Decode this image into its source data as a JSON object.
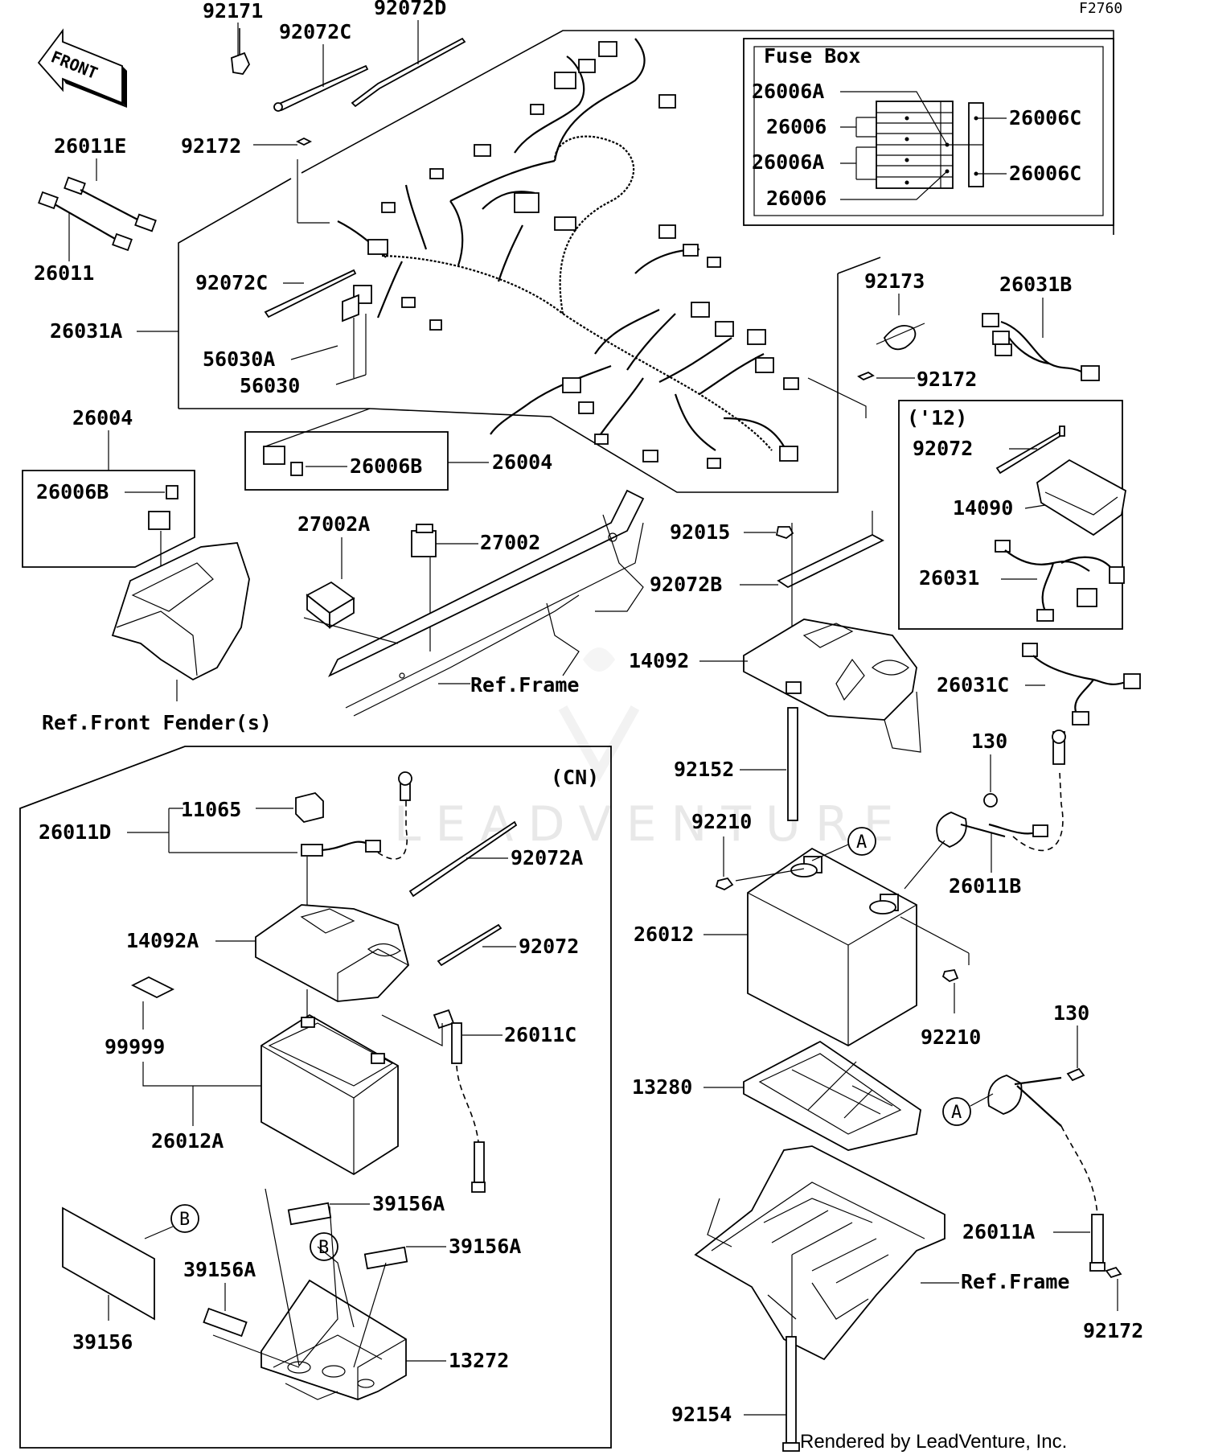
{
  "figure_id": "F2760",
  "front_arrow": "FRONT",
  "watermark": "LEADVENTURE",
  "credit": "Rendered by LeadVenture, Inc.",
  "fuse_box_title": "Fuse Box",
  "variant_12": "('12)",
  "variant_cn": "(CN)",
  "callout_a": "A",
  "callout_b": "B",
  "labels": {
    "p92171": "92171",
    "p92072D": "92072D",
    "p92072C_top": "92072C",
    "p26011E": "26011E",
    "p26011": "26011",
    "p92172_top": "92172",
    "p92072C_mid": "92072C",
    "p26031A": "26031A",
    "p56030A": "56030A",
    "p56030": "56030",
    "p26006A_1": "26006A",
    "p26006_1": "26006",
    "p26006A_2": "26006A",
    "p26006_2": "26006",
    "p26006C_1": "26006C",
    "p26006C_2": "26006C",
    "p92173": "92173",
    "p26031B": "26031B",
    "p92172_right": "92172",
    "p92072_12": "92072",
    "p14090": "14090",
    "p26031": "26031",
    "p26004_left": "26004",
    "p26006B_left": "26006B",
    "p26006B_mid": "26006B",
    "p26004_mid": "26004",
    "ref_front_fender": "Ref.Front Fender(s)",
    "p27002A": "27002A",
    "p27002": "27002",
    "ref_frame_mid": "Ref.Frame",
    "p92015": "92015",
    "p92072B": "92072B",
    "p14092": "14092",
    "p26031C": "26031C",
    "p92152": "92152",
    "p130_top": "130",
    "p92210_top": "92210",
    "p26011B": "26011B",
    "p26012": "26012",
    "p92210_bot": "92210",
    "p13280": "13280",
    "p130_bot": "130",
    "p26011A": "26011A",
    "ref_frame_bot": "Ref.Frame",
    "p92172_bot": "92172",
    "p92154": "92154",
    "p26011D": "26011D",
    "p11065": "11065",
    "p92072A": "92072A",
    "p14092A": "14092A",
    "p92072_cn": "92072",
    "p99999": "99999",
    "p26011C": "26011C",
    "p26012A": "26012A",
    "p39156A_1": "39156A",
    "p39156A_2": "39156A",
    "p39156A_3": "39156A",
    "p39156": "39156",
    "p13272": "13272"
  }
}
